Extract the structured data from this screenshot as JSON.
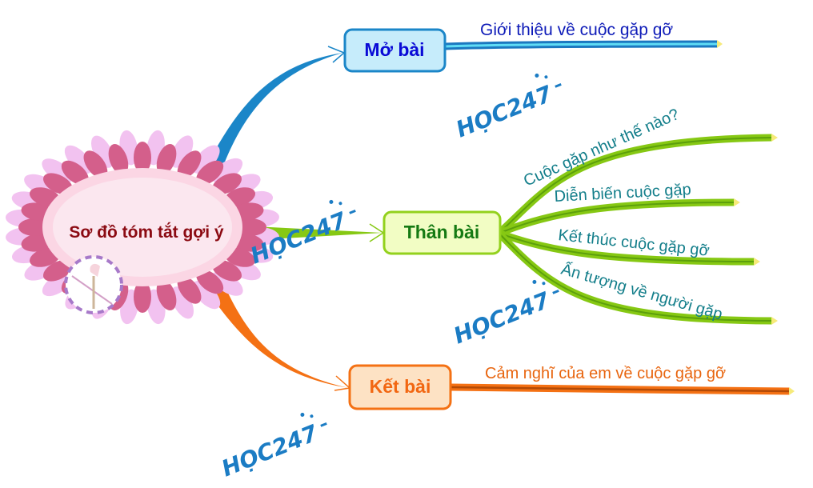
{
  "diagram": {
    "type": "mind-map",
    "central_topic": {
      "label": "Sơ đồ tóm tắt gợi ý",
      "text_color": "#8b0a12"
    },
    "branches": [
      {
        "id": "mo-bai",
        "label": "Mở bài",
        "color": "#1b86c8",
        "fill": "#c6ecfb",
        "text_color": "#0a0ad6",
        "subtopics": [
          {
            "label": "Giới thiệu về cuộc gặp gỡ",
            "text_color": "#0e1bb8"
          }
        ]
      },
      {
        "id": "than-bai",
        "label": "Thân bài",
        "color": "#86c813",
        "fill": "#f2fdc4",
        "text_color": "#157a13",
        "subtopics": [
          {
            "label": "Cuộc gặp như thế nào?",
            "text_color": "#137e8a"
          },
          {
            "label": "Diễn biến cuộc gặp",
            "text_color": "#137e8a"
          },
          {
            "label": "Kết thúc cuộc gặp gỡ",
            "text_color": "#137e8a"
          },
          {
            "label": "Ấn tượng về người gặp",
            "text_color": "#137e8a"
          }
        ]
      },
      {
        "id": "ket-bai",
        "label": "Kết bài",
        "color": "#f47114",
        "fill": "#fde2c4",
        "text_color": "#f26712",
        "subtopics": [
          {
            "label": "Cảm nghĩ của em về cuộc gặp gỡ",
            "text_color": "#e8650f"
          }
        ]
      }
    ],
    "watermark": {
      "text": "HỌC247",
      "color": "#1b7cc4"
    }
  }
}
